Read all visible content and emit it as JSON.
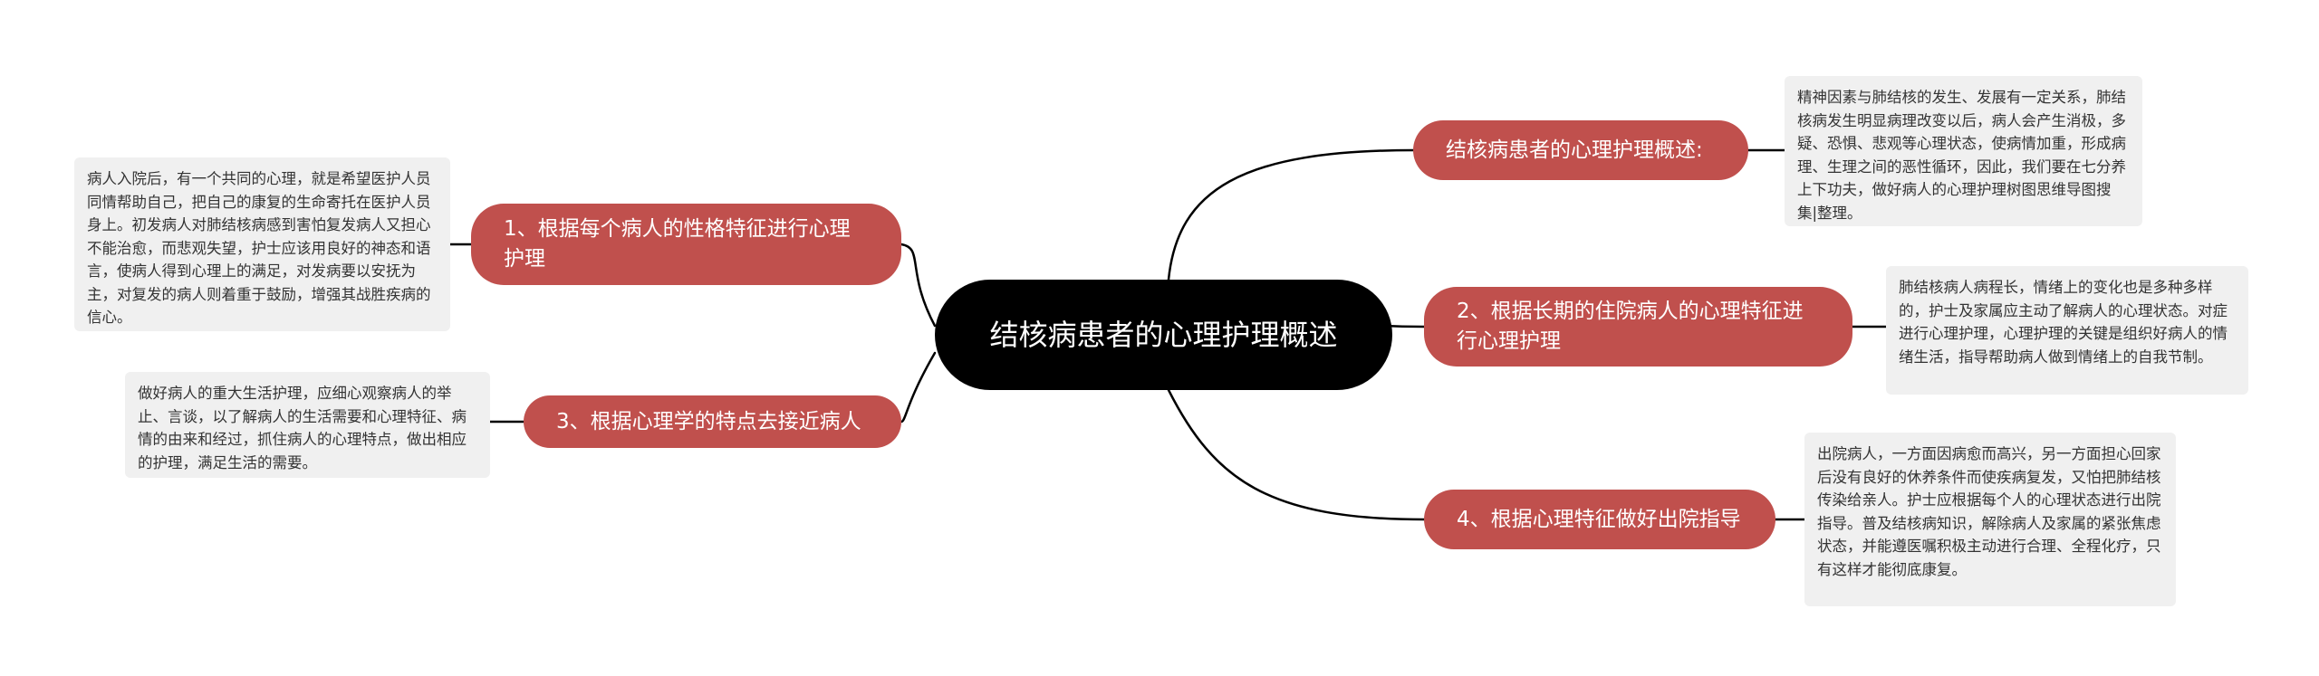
{
  "root": {
    "label": "结核病患者的心理护理概述"
  },
  "branches": [
    {
      "label": "结核病患者的心理护理概述:",
      "note": "精神因素与肺结核的发生、发展有一定关系，肺结核病发生明显病理改变以后，病人会产生消极，多疑、恐惧、悲观等心理状态，使病情加重，形成病理、生理之间的恶性循环，因此，我们要在七分养上下功夫，做好病人的心理护理树图思维导图搜集|整理。"
    },
    {
      "label": "2、根据长期的住院病人的心理特征进行心理护理",
      "note": "肺结核病人病程长，情绪上的变化也是多种多样的，护士及家属应主动了解病人的心理状态。对症进行心理护理，心理护理的关键是组织好病人的情绪生活，指导帮助病人做到情绪上的自我节制。"
    },
    {
      "label": "4、根据心理特征做好出院指导",
      "note": "出院病人，一方面因病愈而高兴，另一方面担心回家后没有良好的休养条件而使疾病复发，又怕把肺结核传染给亲人。护士应根据每个人的心理状态进行出院指导。普及结核病知识，解除病人及家属的紧张焦虑状态，并能遵医嘱积极主动进行合理、全程化疗，只有这样才能彻底康复。"
    },
    {
      "label": "1、根据每个病人的性格特征进行心理护理",
      "note": "病人入院后，有一个共同的心理，就是希望医护人员同情帮助自己，把自己的康复的生命寄托在医护人员身上。初发病人对肺结核病感到害怕复发病人又担心不能治愈，而悲观失望，护士应该用良好的神态和语言，使病人得到心理上的满足，对发病要以安抚为主，对复发的病人则着重于鼓励，增强其战胜疾病的信心。"
    },
    {
      "label": "3、根据心理学的特点去接近病人",
      "note": "做好病人的重大生活护理，应细心观察病人的举止、言谈，以了解病人的生活需要和心理特征、病情的由来和经过，抓住病人的心理特点，做出相应的护理，满足生活的需要。"
    }
  ],
  "colors": {
    "root": "#000000",
    "branch": "#c0504d",
    "note": "#f0f0f0",
    "line": "#000000"
  }
}
